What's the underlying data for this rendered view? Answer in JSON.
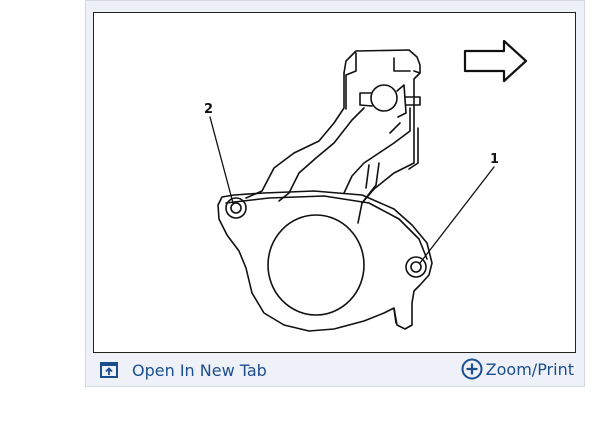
{
  "figure": {
    "callouts": [
      "1",
      "2"
    ]
  },
  "toolbar": {
    "open_tab_label": "Open In New Tab",
    "zoom_label": "Zoom/Print",
    "open_tab_icon": "open-new-tab-icon",
    "zoom_icon": "plus-circle-icon"
  },
  "colors": {
    "link": "#1a4e8c",
    "frame_bg": "#eef1f7"
  }
}
